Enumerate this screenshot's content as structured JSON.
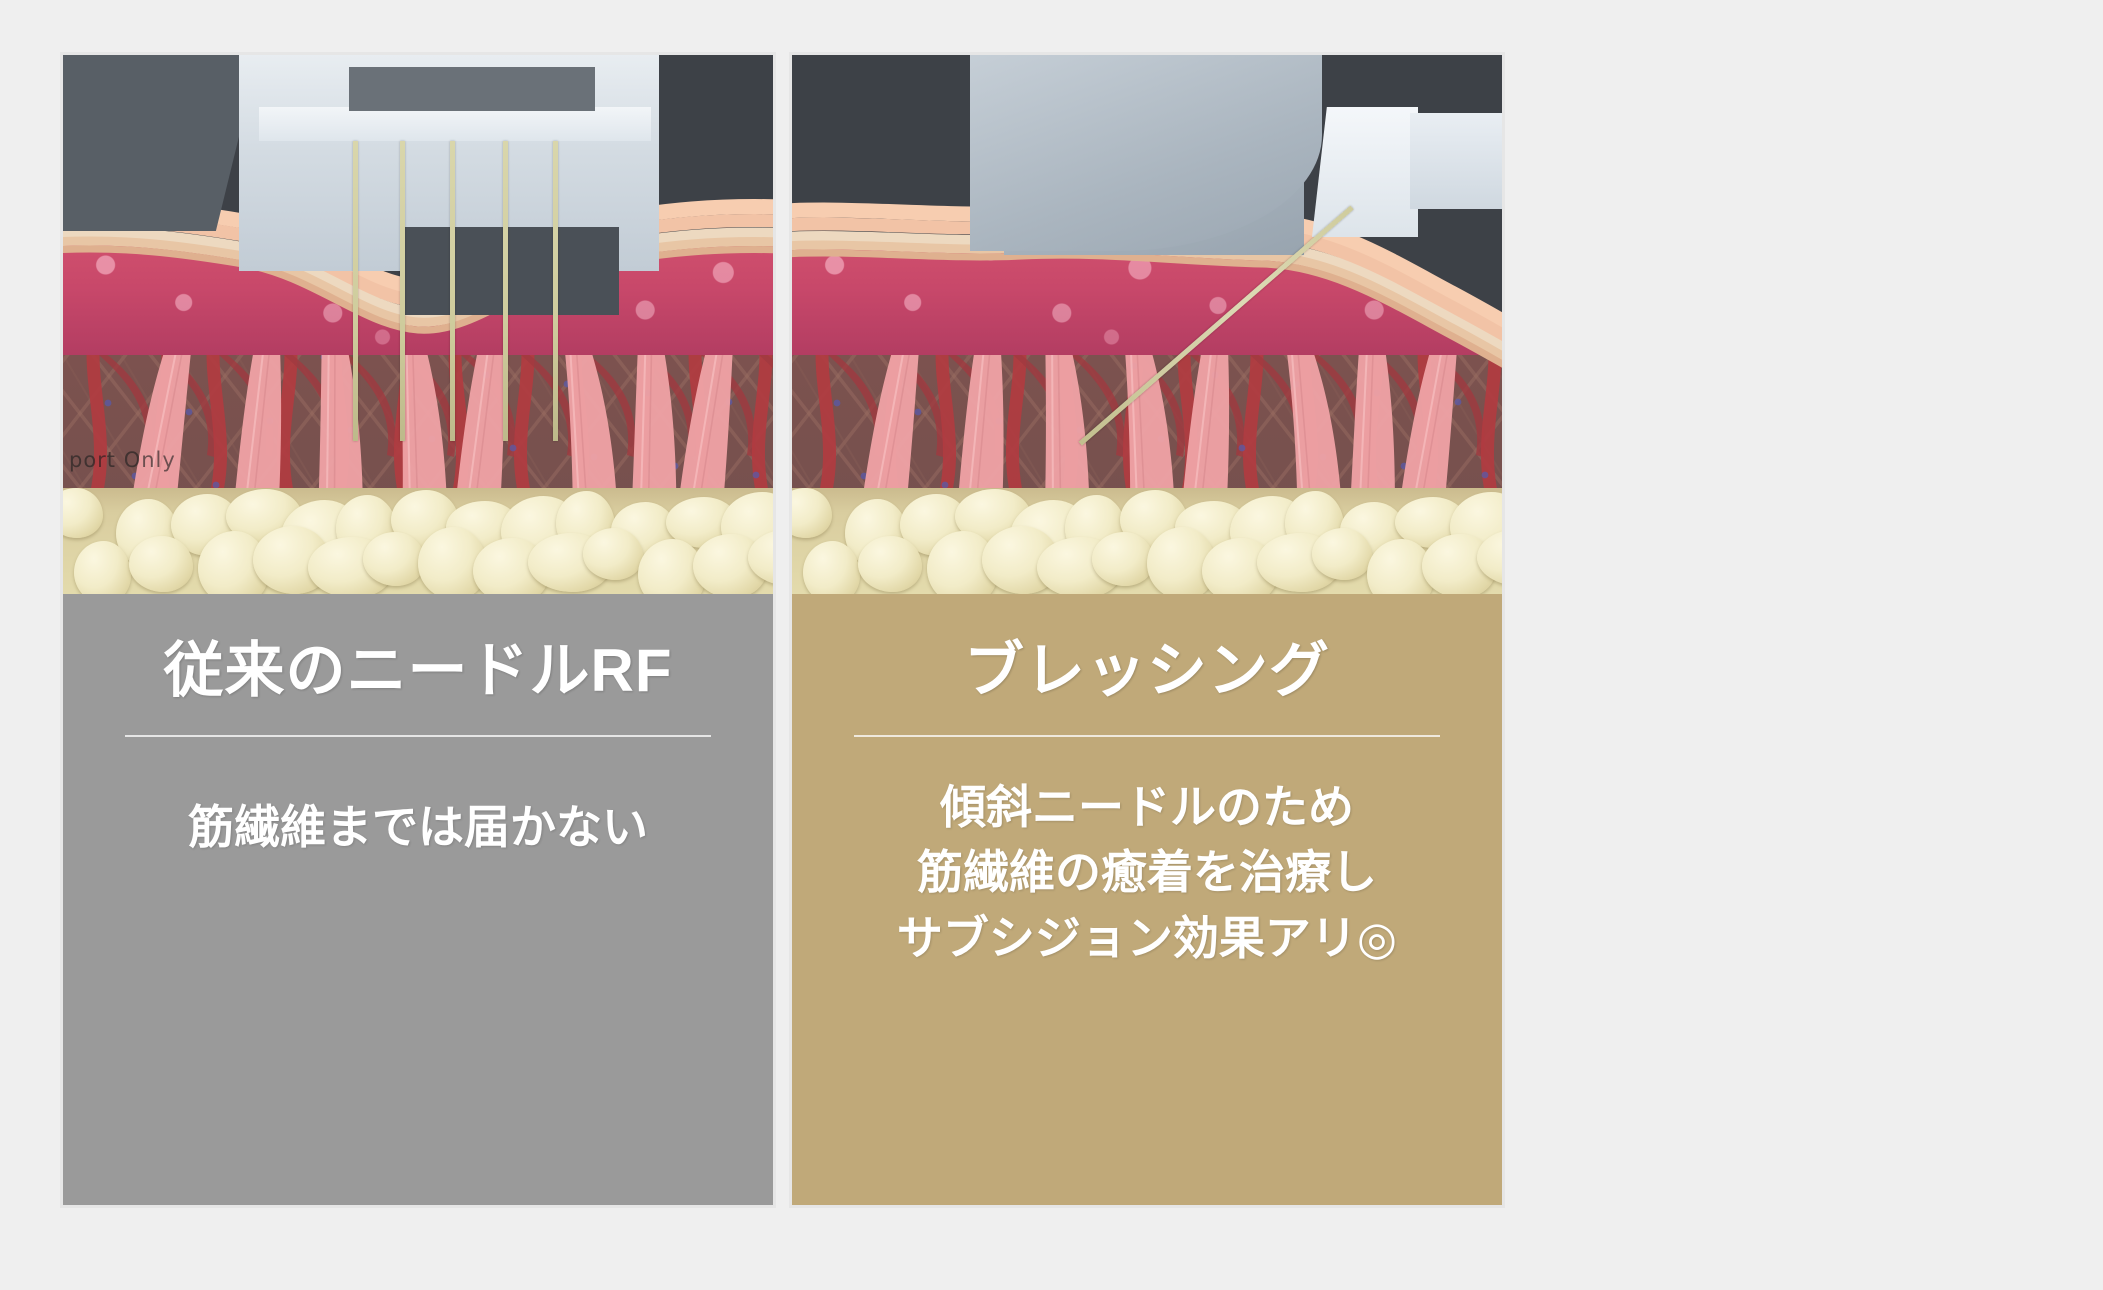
{
  "page": {
    "background_color": "#efefef",
    "layout": "two-panel-comparison"
  },
  "panels": [
    {
      "id": "conventional",
      "band_color": "#9a9a9a",
      "title": "従来のニードルRF",
      "subtitle_lines": [
        "筋繊維までは届かない"
      ],
      "watermark": "port Only",
      "illustration": {
        "name": "conventional-needle-rf-cross-section",
        "device": "flat-rf-handpiece",
        "needle_count": 5,
        "needle_orientation": "vertical",
        "needle_color": "#cfcc9d",
        "device_color": "#d3dbe2",
        "backdrop_color": "#3d4147",
        "layers": [
          {
            "name": "epidermis",
            "color": "#f2c3a6"
          },
          {
            "name": "papillary-dermis",
            "color": "#c8486a"
          },
          {
            "name": "reticular-dermis",
            "color": "#79514e"
          },
          {
            "name": "muscle-fiber",
            "color": "#eda1a4"
          },
          {
            "name": "subcutaneous-fat",
            "color": "#e8dfb0"
          },
          {
            "name": "blood-vessel",
            "color": "#b03b41"
          }
        ]
      }
    },
    {
      "id": "blessing",
      "band_color": "#c0a979",
      "title": "ブレッシング",
      "subtitle_lines": [
        "傾斜ニードルのため",
        "筋繊維の癒着を治療し",
        "サブシジョン効果アリ◎"
      ],
      "watermark": "",
      "illustration": {
        "name": "blessing-oblique-needle-cross-section",
        "device": "angled-rf-handpiece",
        "needle_count": 1,
        "needle_orientation": "oblique",
        "needle_angle_deg": 41,
        "needle_color": "#cfcc9d",
        "device_color": "#b3bec8",
        "backdrop_color": "#3d4147",
        "layers": [
          {
            "name": "epidermis",
            "color": "#f2c3a6"
          },
          {
            "name": "papillary-dermis",
            "color": "#c8486a"
          },
          {
            "name": "reticular-dermis",
            "color": "#79514e"
          },
          {
            "name": "muscle-fiber",
            "color": "#eda1a4"
          },
          {
            "name": "subcutaneous-fat",
            "color": "#e8dfb0"
          },
          {
            "name": "blood-vessel",
            "color": "#b03b41"
          }
        ]
      }
    }
  ]
}
